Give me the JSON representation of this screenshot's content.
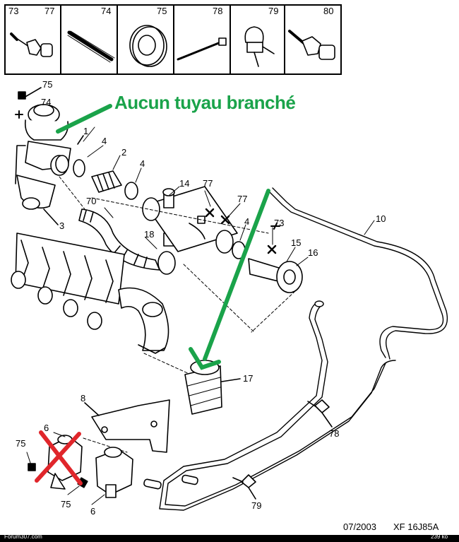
{
  "header_parts": [
    "73",
    "77",
    "74",
    "75",
    "78",
    "79",
    "80"
  ],
  "note": "Aucun tuyau branché",
  "callouts": {
    "c75a": "75",
    "c74": "74",
    "c1": "1",
    "c4a": "4",
    "c2": "2",
    "c4b": "4",
    "c14": "14",
    "c77a": "77",
    "c77b": "77",
    "c70": "70",
    "c3": "3",
    "c18": "18",
    "c10": "10",
    "c73": "73",
    "c4c": "4",
    "c15": "15",
    "c16": "16",
    "c17": "17",
    "c8": "8",
    "c6a": "6",
    "c75b": "75",
    "c75c": "75",
    "c6b": "6",
    "c78": "78",
    "c79": "79"
  },
  "footer": {
    "date": "07/2003",
    "ref": "XF 16J85A"
  },
  "watermark": {
    "left": "Forum307.com",
    "right": "239 ko"
  },
  "colors": {
    "note": "#1aa34a",
    "arrow": "#1aa34a",
    "cross": "#e0262b"
  }
}
